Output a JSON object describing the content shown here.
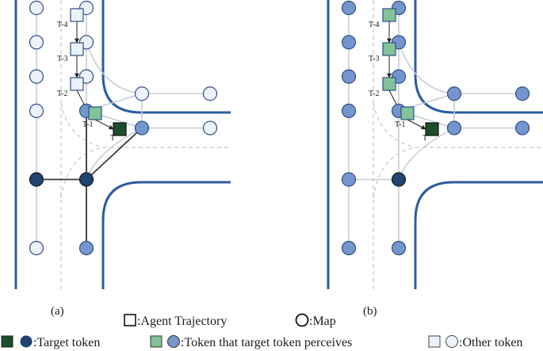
{
  "colors": {
    "target": "#1f4470",
    "target_square": "#1e4d2b",
    "perceived_circle": "#7496cd",
    "perceived_square": "#82c399",
    "other_fill": "#edf1f9",
    "road": "#2b5c9e",
    "map_link": "#c7ccd6",
    "target_link": "#3a3a3a",
    "lane_guide": "#b9bcc2"
  },
  "panels": [
    {
      "caption": "(a)",
      "time_labels": {
        "t4": "T-4",
        "t3": "T-3",
        "t2": "T-2",
        "t1": "T-1",
        "t": "T"
      },
      "map_nodes": [
        {
          "col": 0,
          "row": 0,
          "role": "other"
        },
        {
          "col": 1,
          "row": 0,
          "role": "other"
        },
        {
          "col": 0,
          "row": 1,
          "role": "other"
        },
        {
          "col": 1,
          "row": 1,
          "role": "other"
        },
        {
          "col": 0,
          "row": 2,
          "role": "other"
        },
        {
          "col": 1,
          "row": 2,
          "role": "other"
        },
        {
          "col": 0,
          "row": 3,
          "role": "other"
        },
        {
          "col": 1,
          "row": 3,
          "role": "perceived"
        },
        {
          "col": 2,
          "row": 2.5,
          "role": "other"
        },
        {
          "col": 3,
          "row": 2.5,
          "role": "other"
        },
        {
          "col": 2,
          "row": 3.5,
          "role": "perceived"
        },
        {
          "col": 3,
          "row": 3.5,
          "role": "other"
        },
        {
          "col": 0,
          "row": 5,
          "role": "target_neighbor"
        },
        {
          "col": 1,
          "row": 5,
          "role": "target"
        },
        {
          "col": 0,
          "row": 7,
          "role": "other"
        },
        {
          "col": 1,
          "row": 7,
          "role": "perceived"
        }
      ],
      "trajectory": [
        {
          "step": "t4",
          "role": "other"
        },
        {
          "step": "t3",
          "role": "other"
        },
        {
          "step": "t2",
          "role": "other"
        },
        {
          "step": "t1",
          "role": "perceived"
        },
        {
          "step": "t",
          "role": "target"
        }
      ]
    },
    {
      "caption": "(b)",
      "time_labels": {
        "t4": "T-4",
        "t3": "T-3",
        "t2": "T-2",
        "t1": "T-1",
        "t": "T"
      },
      "map_nodes": [
        {
          "col": 0,
          "row": 0,
          "role": "perceived"
        },
        {
          "col": 1,
          "row": 0,
          "role": "perceived"
        },
        {
          "col": 0,
          "row": 1,
          "role": "perceived"
        },
        {
          "col": 1,
          "row": 1,
          "role": "perceived"
        },
        {
          "col": 0,
          "row": 2,
          "role": "perceived"
        },
        {
          "col": 1,
          "row": 2,
          "role": "perceived"
        },
        {
          "col": 0,
          "row": 3,
          "role": "perceived"
        },
        {
          "col": 1,
          "row": 3,
          "role": "perceived"
        },
        {
          "col": 2,
          "row": 2.5,
          "role": "perceived"
        },
        {
          "col": 3,
          "row": 2.5,
          "role": "perceived"
        },
        {
          "col": 2,
          "row": 3.5,
          "role": "perceived"
        },
        {
          "col": 3,
          "row": 3.5,
          "role": "perceived"
        },
        {
          "col": 0,
          "row": 5,
          "role": "perceived"
        },
        {
          "col": 1,
          "row": 5,
          "role": "target"
        },
        {
          "col": 0,
          "row": 7,
          "role": "perceived"
        },
        {
          "col": 1,
          "row": 7,
          "role": "perceived"
        }
      ],
      "trajectory": [
        {
          "step": "t4",
          "role": "perceived"
        },
        {
          "step": "t3",
          "role": "perceived"
        },
        {
          "step": "t2",
          "role": "perceived"
        },
        {
          "step": "t1",
          "role": "perceived"
        },
        {
          "step": "t",
          "role": "target"
        }
      ]
    }
  ],
  "legend": {
    "agent_trajectory": ":Agent Trajectory",
    "map": ":Map",
    "target_token": ":Target token",
    "perceived_token": ":Token that target token perceives",
    "other_token": ":Other token"
  }
}
